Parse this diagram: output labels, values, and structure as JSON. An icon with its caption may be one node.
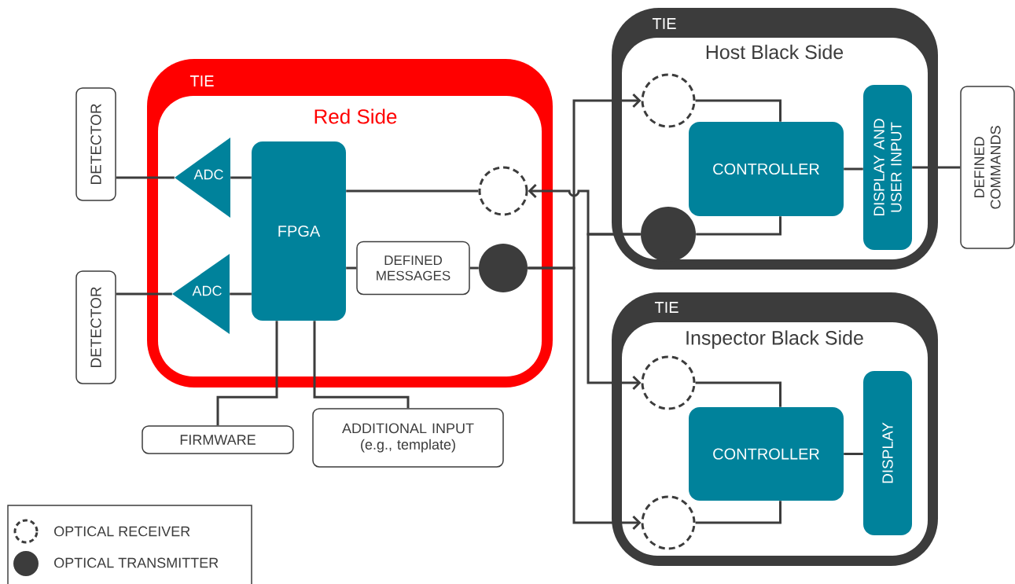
{
  "diagram": {
    "nodes": [
      {
        "text": [
          "TIE",
          "Red Side"
        ]
      },
      {
        "text": [
          "DETECTOR"
        ]
      },
      {
        "text": [
          "DETECTOR"
        ]
      },
      {
        "text": [
          "ADC"
        ],
        "in": 0
      },
      {
        "text": [
          "ADC"
        ],
        "in": 0
      },
      {
        "text": [
          "FPGA"
        ],
        "in": 0
      },
      {
        "text": [],
        "shape": "circle",
        "in": 0
      },
      {
        "text": [
          "DEFINED MESSAGES"
        ],
        "in": 0
      },
      {
        "text": [],
        "shape": "circle",
        "in": 0
      },
      {
        "text": [
          "FIRMWARE"
        ]
      },
      {
        "text": [
          "ADDITIONAL INPUT (e.g., template)"
        ]
      },
      {
        "text": [
          "TIE",
          "Host Black Side"
        ]
      },
      {
        "text": [],
        "shape": "circle",
        "in": 11
      },
      {
        "text": [
          "CONTROLLER"
        ],
        "in": 11
      },
      {
        "text": [],
        "shape": "circle",
        "in": 11
      },
      {
        "text": [
          "DISPLAY AND USER INPUT"
        ],
        "in": 11
      },
      {
        "text": [
          "DEFINED COMMANDS"
        ]
      },
      {
        "text": [
          "TIE",
          "Inspector Black Side"
        ]
      },
      {
        "text": [],
        "shape": "circle",
        "in": 17
      },
      {
        "text": [
          "CONTROLLER"
        ],
        "in": 17
      },
      {
        "text": [],
        "shape": "circle",
        "in": 17
      },
      {
        "text": [
          "DISPLAY"
        ],
        "in": 17
      }
    ],
    "edges": [
      {
        "from": 1,
        "to": 3,
        "arrow": "none"
      },
      {
        "from": 2,
        "to": 4,
        "arrow": "none"
      },
      {
        "from": 3,
        "to": 5,
        "arrow": "none"
      },
      {
        "from": 4,
        "to": 5,
        "arrow": "none"
      },
      {
        "from": 5,
        "to": 6,
        "arrow": "none"
      },
      {
        "from": 5,
        "to": 7,
        "arrow": "none"
      },
      {
        "from": 7,
        "to": 8,
        "arrow": "none"
      },
      {
        "from": 5,
        "to": 9,
        "arrow": "none"
      },
      {
        "from": 5,
        "to": 10,
        "arrow": "none"
      },
      {
        "from": 8,
        "to": 12,
        "arrow": "to"
      },
      {
        "from": 8,
        "to": 20,
        "arrow": "to"
      },
      {
        "from": 14,
        "to": 6,
        "arrow": "to"
      },
      {
        "from": 14,
        "to": 18,
        "arrow": "to"
      },
      {
        "from": 12,
        "to": 13,
        "arrow": "none"
      },
      {
        "from": 14,
        "to": 13,
        "arrow": "none"
      },
      {
        "from": 13,
        "to": 15,
        "arrow": "none"
      },
      {
        "from": 15,
        "to": 16,
        "arrow": "none"
      },
      {
        "from": 18,
        "to": 19,
        "arrow": "none"
      },
      {
        "from": 20,
        "to": 19,
        "arrow": "none"
      },
      {
        "from": 19,
        "to": 21,
        "arrow": "none"
      }
    ],
    "legend": [
      {
        "text": "OPTICAL RECEIVER"
      },
      {
        "text": "OPTICAL TRANSMITTER"
      }
    ]
  }
}
